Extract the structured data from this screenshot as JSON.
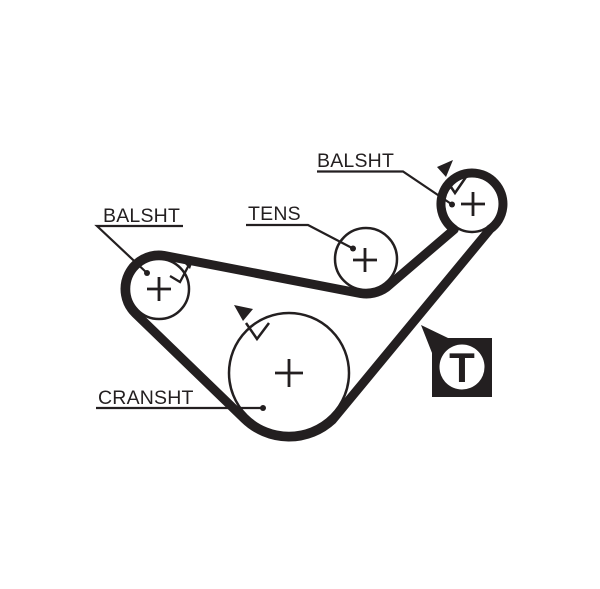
{
  "diagram": {
    "type": "timing-belt-routing-diagram",
    "background_color": "#ffffff",
    "ink_color": "#231f20",
    "labels": {
      "balsht_top": "BALSHT",
      "balsht_left": "BALSHT",
      "tens": "TENS",
      "cransht": "CRANSHT"
    },
    "pulleys": [
      {
        "id": "balance-shaft-left",
        "label": "BALSHT"
      },
      {
        "id": "tensioner",
        "label": "TENS"
      },
      {
        "id": "balance-shaft-right",
        "label": "BALSHT"
      },
      {
        "id": "crankshaft",
        "label": "CRANSHT"
      }
    ],
    "badge": {
      "letter": "T"
    },
    "icons": [
      "rotation-arrow-icon",
      "rotation-arrow-icon",
      "rotation-arrow-icon",
      "timing-mark-badge"
    ]
  }
}
